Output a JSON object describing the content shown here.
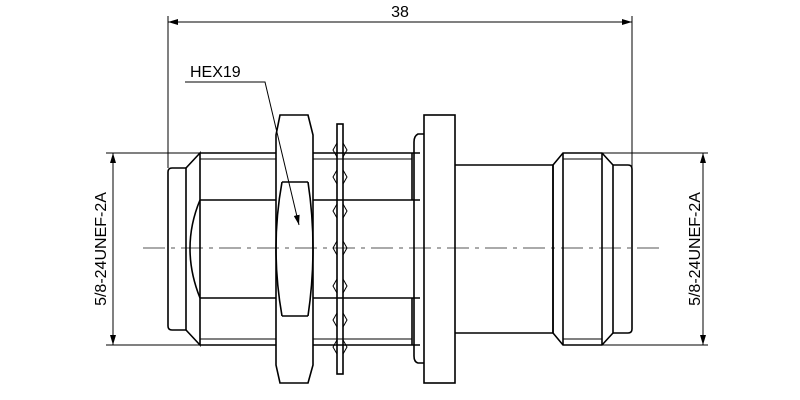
{
  "drawing": {
    "overall_length": "38",
    "hex_label": "HEX19",
    "left_thread": "5/8-24UNEF-2A",
    "right_thread": "5/8-24UNEF-2A"
  }
}
